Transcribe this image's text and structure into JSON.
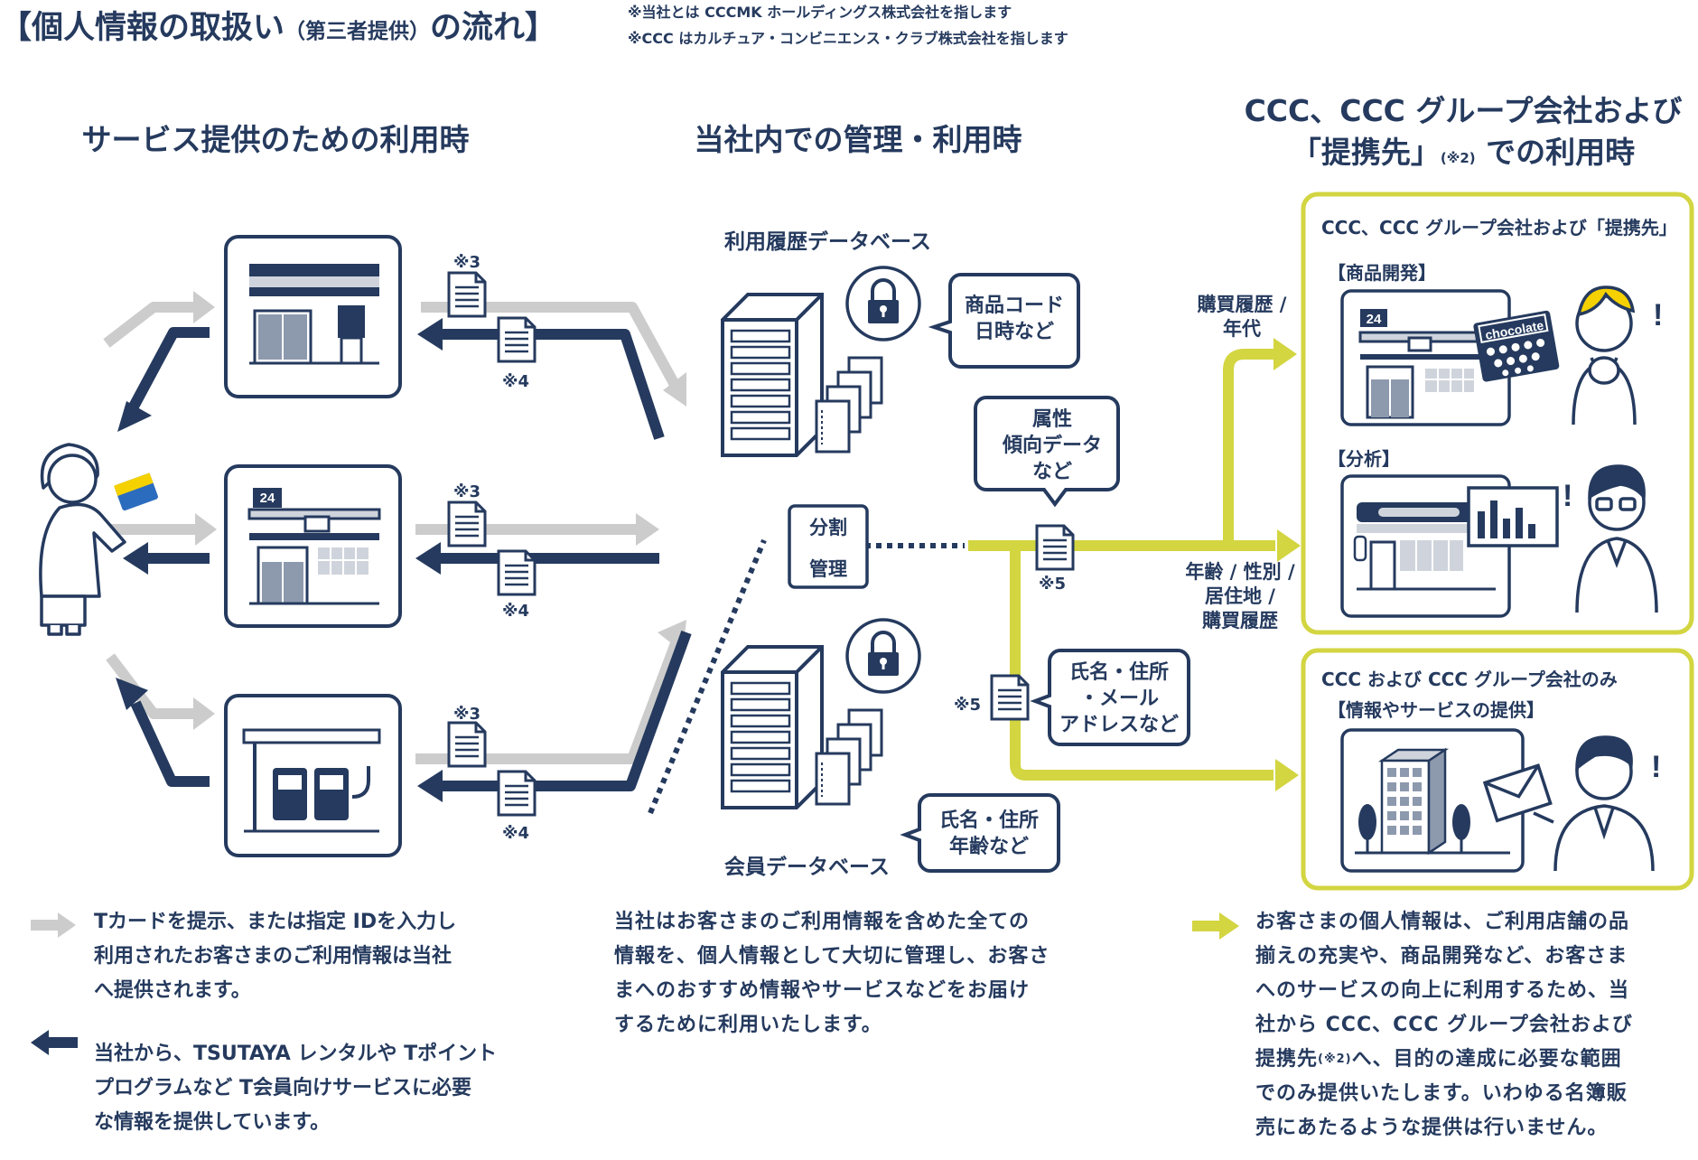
{
  "header": {
    "title_main": "【個人情報の取扱い",
    "title_small": "（第三者提供）",
    "title_end": "の流れ】",
    "note1": "※当社とは CCCMK ホールディングス株式会社を指します",
    "note2": "※CCC はカルチュア・コンビニエンス・クラブ株式会社を指します"
  },
  "columns": {
    "left_heading": "サービス提供のための利用時",
    "center_heading": "当社内での管理・利用時",
    "right_heading_line1": "CCC、CCC グループ会社および",
    "right_heading_line2a": "「提携先」",
    "right_heading_sup": "(※2)",
    "right_heading_line2b": " での利用時"
  },
  "left_flow": {
    "marks": [
      "※3",
      "※4",
      "※3",
      "※4",
      "※3",
      "※4"
    ],
    "store_badge": "24"
  },
  "center": {
    "usage_db_label": "利用履歴データベース",
    "member_db_label": "会員データベース",
    "bubble_product": [
      "商品コード",
      "日時など"
    ],
    "bubble_attribute": [
      "属性",
      "傾向データ",
      "など"
    ],
    "bubble_name": [
      "氏名・住所",
      "・メール",
      "アドレスなど"
    ],
    "bubble_member": [
      "氏名・住所",
      "年齢など"
    ],
    "split_box": [
      "分割",
      "管理"
    ],
    "mark5a": "※5",
    "mark5b": "※5"
  },
  "flow_labels": {
    "purchase": [
      "購買履歴 /",
      "年代"
    ],
    "demographic": [
      "年齢 / 性別 /",
      "居住地 /",
      "購買履歴"
    ]
  },
  "right_panels": {
    "panel1_title": "CCC、CCC グループ会社および「提携先」",
    "panel1_sub1": "【商品開発】",
    "panel1_sub2": "【分析】",
    "chocolate": "chocolate",
    "store_badge": "24",
    "panel2_title": "CCC および CCC グループ会社のみ",
    "panel2_sub": "【情報やサービスの提供】"
  },
  "legend": {
    "gray_lines": [
      "Tカードを提示、または指定 IDを入力し",
      "利用されたお客さまのご利用情報は当社",
      "へ提供されます。"
    ],
    "navy_lines": [
      "当社から、TSUTAYA レンタルや Tポイント",
      "プログラムなど T会員向けサービスに必要",
      "な情報を提供しています。"
    ]
  },
  "center_text_lines": [
    "当社はお客さまのご利用情報を含めた全ての",
    "情報を、個人情報として大切に管理し、お客さ",
    "まへのおすすめ情報やサービスなどをお届け",
    "するために利用いたします。"
  ],
  "right_text": {
    "line1": "お客さまの個人情報は、ご利用店舗の品",
    "line2": "揃えの充実や、商品開発など、お客さま",
    "line3": "へのサービスの向上に利用するため、当",
    "line4": "社から CCC、CCC グループ会社および",
    "line5a": "提携先",
    "line5sup": "(※2)",
    "line5b": "へ、目的の達成に必要な範囲",
    "line6": "でのみ提供いたします。いわゆる名簿販",
    "line7": "売にあたるような提供は行いません。"
  },
  "colors": {
    "navy": "#253a5e",
    "gray": "#cccccc",
    "yellow": "#d3d541",
    "person_yellow": "#f5d100",
    "person_blue": "#2c6cbf"
  }
}
